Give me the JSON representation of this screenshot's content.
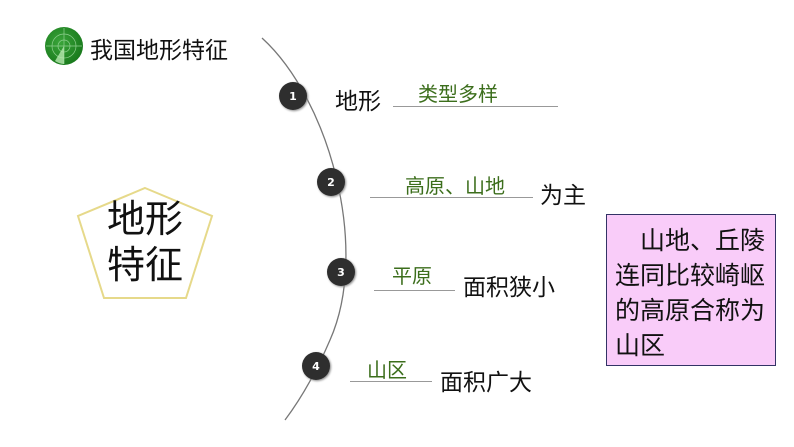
{
  "header": {
    "title": "我国地形特征",
    "logo_icon": "radar-globe-icon"
  },
  "center": {
    "line1": "地形",
    "line2": "特征"
  },
  "items": [
    {
      "num": "1",
      "prefix": "地形",
      "answer": "类型多样",
      "suffix": ""
    },
    {
      "num": "2",
      "prefix": "",
      "answer": "高原、山地",
      "suffix": "为主"
    },
    {
      "num": "3",
      "prefix": "",
      "answer": "平原",
      "suffix": "面积狭小"
    },
    {
      "num": "4",
      "prefix": "",
      "answer": "山区",
      "suffix": "面积广大"
    }
  ],
  "note": "　山地、丘陵连同比较崎岖的高原合称为山区",
  "colors": {
    "answer": "#3c6e1c",
    "note_bg": "#f9ccf9",
    "marker": "#2e2e2e"
  }
}
